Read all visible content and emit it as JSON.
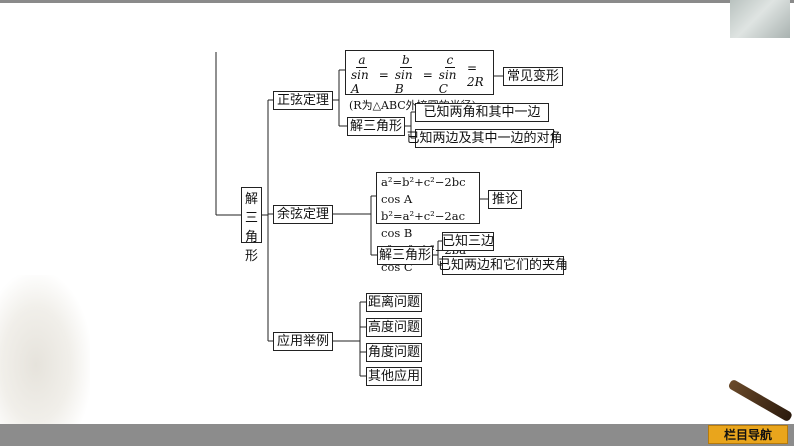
{
  "root": {
    "chars": [
      "解",
      "三",
      "角",
      "形"
    ]
  },
  "sine": {
    "label": "正弦定理",
    "formula": {
      "frac1": {
        "num": "a",
        "den": "sin A"
      },
      "frac2": {
        "num": "b",
        "den": "sin B"
      },
      "frac3": {
        "num": "c",
        "den": "sin C"
      },
      "eq": "=",
      "tail": "= 2R",
      "note": "(R为△ABC外接圆的半径)"
    },
    "variant": "常见变形",
    "solve": "解三角形",
    "cases": [
      "已知两角和其中一边",
      "已知两边及其中一边的对角"
    ]
  },
  "cosine": {
    "label": "余弦定理",
    "laws": [
      "a²=b²+c²−2bc cos A",
      "b²=a²+c²−2ac cos B",
      "c²=a²+b²−2ba cos C"
    ],
    "corollary": "推论",
    "solve": "解三角形",
    "cases": [
      "已知三边",
      "已知两边和它们的夹角"
    ]
  },
  "application": {
    "label": "应用举例",
    "items": [
      "距离问题",
      "高度问题",
      "角度问题",
      "其他应用"
    ]
  },
  "nav": {
    "label": "栏目导航"
  }
}
